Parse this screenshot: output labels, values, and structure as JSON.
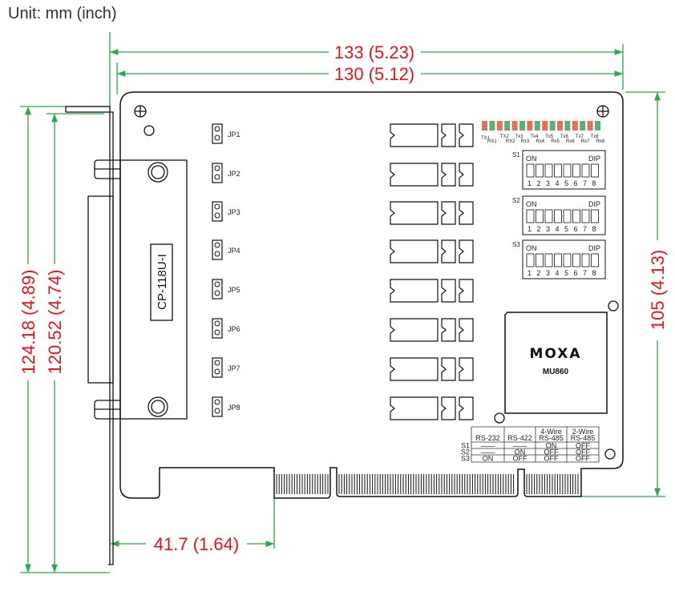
{
  "unit_label": "Unit: mm (inch)",
  "dimensions": {
    "overall_width": "133 (5.23)",
    "board_width": "130 (5.12)",
    "overall_height": "124.18 (4.89)",
    "bracket_height": "120.52 (4.74)",
    "board_height": "105 (4.13)",
    "connector_offset": "41.7 (1.64)"
  },
  "bracket_label": "CP-118U-I",
  "jumpers": [
    "JP1",
    "JP2",
    "JP3",
    "JP4",
    "JP5",
    "JP6",
    "JP7",
    "JP8"
  ],
  "leds": {
    "tx": [
      "TX1",
      "TX2",
      "Tx3",
      "Tx4",
      "Tx5",
      "Tx6",
      "Tx7",
      "Tx8"
    ],
    "rx": [
      "RX1",
      "RX2",
      "Rx3",
      "Rx4",
      "Rx5",
      "Rx6",
      "Rx7",
      "Rx8"
    ],
    "colors": {
      "tx": "#e8543c",
      "rx": "#3aa55a"
    }
  },
  "dip_switches": [
    {
      "name": "S1",
      "on": "ON",
      "dip": "DIP",
      "numbers": [
        "1",
        "2",
        "3",
        "4",
        "5",
        "6",
        "7",
        "8"
      ]
    },
    {
      "name": "S2",
      "on": "ON",
      "dip": "DIP",
      "numbers": [
        "1",
        "2",
        "3",
        "4",
        "5",
        "6",
        "7",
        "8"
      ]
    },
    {
      "name": "S3",
      "on": "ON",
      "dip": "DIP",
      "numbers": [
        "1",
        "2",
        "3",
        "4",
        "5",
        "6",
        "7",
        "8"
      ]
    }
  ],
  "chip": {
    "brand": "MOXA",
    "model": "MU860"
  },
  "mode_table": {
    "headers": [
      [
        "",
        "RS-232"
      ],
      [
        "",
        "RS-422"
      ],
      [
        "4-Wire",
        "RS-485"
      ],
      [
        "2-Wire",
        "RS-485"
      ]
    ],
    "rows": [
      {
        "label": "S1",
        "cells": [
          "——",
          "——",
          "ON",
          "OFF"
        ]
      },
      {
        "label": "S2",
        "cells": [
          "——",
          "ON",
          "OFF",
          "OFF"
        ]
      },
      {
        "label": "S3",
        "cells": [
          "ON",
          "OFF",
          "OFF",
          "OFF"
        ]
      }
    ]
  },
  "colors": {
    "dimension_text": "#e8141c",
    "dimension_line": "#2aa84a",
    "outline": "#111111"
  }
}
